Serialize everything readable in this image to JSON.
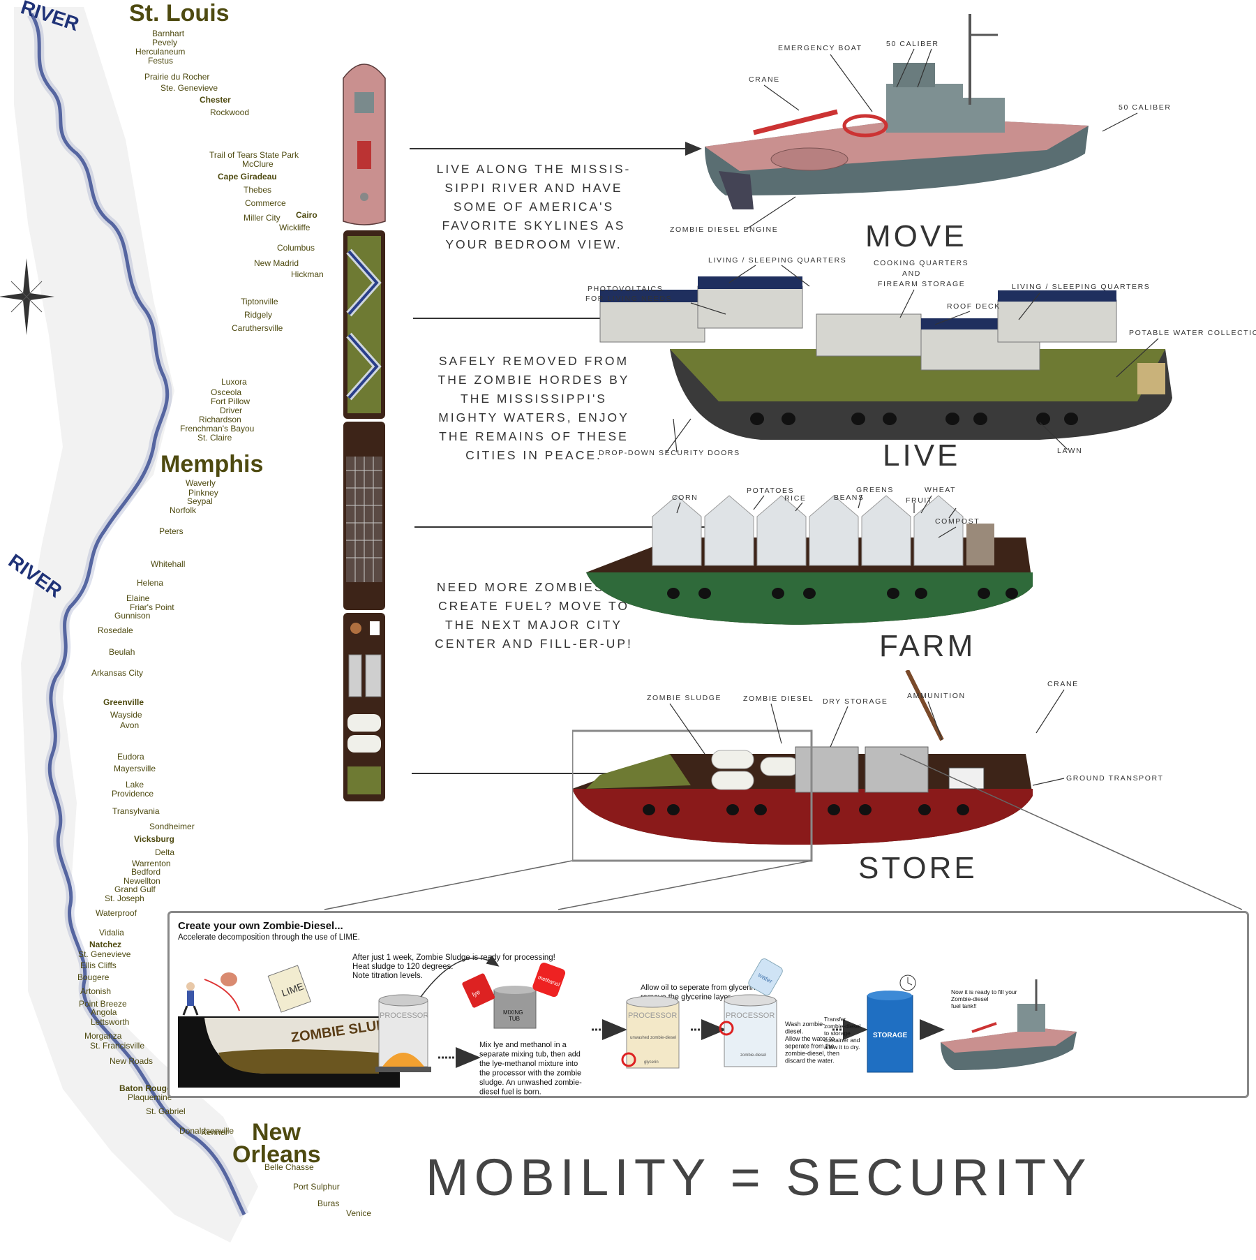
{
  "map": {
    "river_label": "RIVER",
    "cities": [
      {
        "name": "St. Louis",
        "size": "big"
      },
      {
        "name": "Barnhart",
        "size": "s"
      },
      {
        "name": "Pevely",
        "size": "s"
      },
      {
        "name": "Herculaneum",
        "size": "s"
      },
      {
        "name": "Festus",
        "size": "s"
      },
      {
        "name": "Prairie du Rocher",
        "size": "s"
      },
      {
        "name": "Ste. Genevieve",
        "size": "s"
      },
      {
        "name": "Chester",
        "size": "sb"
      },
      {
        "name": "Rockwood",
        "size": "s"
      },
      {
        "name": "Trail of Tears State Park",
        "size": "s"
      },
      {
        "name": "McClure",
        "size": "s"
      },
      {
        "name": "Cape Giradeau",
        "size": "sb"
      },
      {
        "name": "Thebes",
        "size": "s"
      },
      {
        "name": "Commerce",
        "size": "s"
      },
      {
        "name": "Miller City",
        "size": "s"
      },
      {
        "name": "Cairo",
        "size": "sb"
      },
      {
        "name": "Wickliffe",
        "size": "s"
      },
      {
        "name": "Columbus",
        "size": "s"
      },
      {
        "name": "New Madrid",
        "size": "s"
      },
      {
        "name": "Hickman",
        "size": "s"
      },
      {
        "name": "Tiptonville",
        "size": "s"
      },
      {
        "name": "Ridgely",
        "size": "s"
      },
      {
        "name": "Caruthersville",
        "size": "s"
      },
      {
        "name": "Luxora",
        "size": "s"
      },
      {
        "name": "Osceola",
        "size": "s"
      },
      {
        "name": "Fort Pillow",
        "size": "s"
      },
      {
        "name": "Driver",
        "size": "s"
      },
      {
        "name": "Richardson",
        "size": "s"
      },
      {
        "name": "Frenchman's Bayou",
        "size": "s"
      },
      {
        "name": "St. Claire",
        "size": "s"
      },
      {
        "name": "Memphis",
        "size": "big"
      },
      {
        "name": "Waverly",
        "size": "s"
      },
      {
        "name": "Pinkney",
        "size": "s"
      },
      {
        "name": "Seypal",
        "size": "s"
      },
      {
        "name": "Norfolk",
        "size": "s"
      },
      {
        "name": "Peters",
        "size": "s"
      },
      {
        "name": "Whitehall",
        "size": "s"
      },
      {
        "name": "Helena",
        "size": "s"
      },
      {
        "name": "Elaine",
        "size": "s"
      },
      {
        "name": "Friar's Point",
        "size": "s"
      },
      {
        "name": "Gunnison",
        "size": "s"
      },
      {
        "name": "Rosedale",
        "size": "s"
      },
      {
        "name": "Beulah",
        "size": "s"
      },
      {
        "name": "Arkansas City",
        "size": "s"
      },
      {
        "name": "Greenville",
        "size": "sb"
      },
      {
        "name": "Wayside",
        "size": "s"
      },
      {
        "name": "Avon",
        "size": "s"
      },
      {
        "name": "Eudora",
        "size": "s"
      },
      {
        "name": "Mayersville",
        "size": "s"
      },
      {
        "name": "Lake",
        "size": "s"
      },
      {
        "name": "Providence",
        "size": "s"
      },
      {
        "name": "Transylvania",
        "size": "s"
      },
      {
        "name": "Sondheimer",
        "size": "s"
      },
      {
        "name": "Vicksburg",
        "size": "sb"
      },
      {
        "name": "Delta",
        "size": "s"
      },
      {
        "name": "Warrenton",
        "size": "s"
      },
      {
        "name": "Bedford",
        "size": "s"
      },
      {
        "name": "Newellton",
        "size": "s"
      },
      {
        "name": "Grand Gulf",
        "size": "s"
      },
      {
        "name": "St. Joseph",
        "size": "s"
      },
      {
        "name": "Waterproof",
        "size": "s"
      },
      {
        "name": "Vidalia",
        "size": "s"
      },
      {
        "name": "Natchez",
        "size": "sb"
      },
      {
        "name": "St. Genevieve",
        "size": "s"
      },
      {
        "name": "Ellis Cliffs",
        "size": "s"
      },
      {
        "name": "Bougere",
        "size": "s"
      },
      {
        "name": "Artonish",
        "size": "s"
      },
      {
        "name": "Point Breeze",
        "size": "s"
      },
      {
        "name": "Angola",
        "size": "s"
      },
      {
        "name": "Lettsworth",
        "size": "s"
      },
      {
        "name": "Morganza",
        "size": "s"
      },
      {
        "name": "St. Francisville",
        "size": "s"
      },
      {
        "name": "New Roads",
        "size": "s"
      },
      {
        "name": "Baton Rouge",
        "size": "sb"
      },
      {
        "name": "Plaquemine",
        "size": "s"
      },
      {
        "name": "St. Gabriel",
        "size": "s"
      },
      {
        "name": "Donaldsonville",
        "size": "s"
      },
      {
        "name": "Kenner",
        "size": "s"
      },
      {
        "name": "New",
        "size": "big"
      },
      {
        "name": "Orleans",
        "size": "big"
      },
      {
        "name": "Belle Chasse",
        "size": "s"
      },
      {
        "name": "Port Sulphur",
        "size": "s"
      },
      {
        "name": "Buras",
        "size": "s"
      },
      {
        "name": "Venice",
        "size": "s"
      }
    ]
  },
  "paragraphs": [
    [
      "Live along the Missis-",
      "sippi River and have",
      "some of America's",
      "favorite skylines as",
      "your bedroom view."
    ],
    [
      "Safely removed from",
      "the zombie hordes by",
      "the Mississippi's",
      "mighty waters, enjoy",
      "the remains of these",
      "cities in peace."
    ],
    [
      "Need more Zombies to",
      "create fuel? Move to",
      "the next major city",
      "center and fill-er-up!"
    ]
  ],
  "sections": {
    "move": {
      "title": "Move",
      "labels": [
        "Emergency Boat",
        "50 Caliber",
        "Crane",
        "50 Caliber",
        "Zombie Diesel Engine"
      ]
    },
    "live": {
      "title": "Live",
      "labels": [
        "Living / Sleeping Quarters",
        "Cooking Quarters",
        "and",
        "Firearm Storage",
        "Photovoltaics",
        "for Living Needs",
        "Living / Sleeping Quarters",
        "Roof Deck",
        "Potable Water Collection",
        "Drop-Down Security Doors",
        "Lawn"
      ]
    },
    "farm": {
      "title": "Farm",
      "labels": [
        "Potatoes",
        "Greens",
        "Wheat",
        "Corn",
        "Rice",
        "Beans",
        "Fruit",
        "Compost"
      ]
    },
    "store": {
      "title": "Store",
      "labels": [
        "Zombie Sludge",
        "Zombie Diesel",
        "Dry Storage",
        "Ammunition",
        "Crane",
        "Ground Transport"
      ]
    }
  },
  "diesel": {
    "title": "Create your own Zombie-Diesel...",
    "subtitle": "Accelerate decomposition through the use of LIME.",
    "step1": [
      "After just 1 week, Zombie Sludge is ready for processing!",
      "Heat sludge to 120 degrees.",
      "Note titration levels."
    ],
    "lime_label": "LIME",
    "sludge_label": "ZOMBIE SLUDGE",
    "processor_label": "PROCESSOR",
    "mixing_tub_label": [
      "MIXING",
      "TUB"
    ],
    "lye_label": "lye",
    "methanol_label": "methanol",
    "step2": [
      "Mix lye and methanol in a",
      "separate mixing tub, then add",
      "the lye-methanol mixture into",
      "the processor with the zombie",
      "sludge.  An unwashed zombie-",
      "diesel fuel is born."
    ],
    "step3": [
      "Allow oil to seperate from glycerin and",
      "remove the glycerine layer."
    ],
    "unwashed_label": "unwashed zombie-diesel",
    "glycerin_label": "glycerin",
    "water_label": "water",
    "zombie_diesel_label": "zombie-diesel",
    "step4": [
      "Wash zombie-",
      "diesel.",
      "Allow the water to",
      "seperate from the",
      "zombie-diesel, then",
      "discard the water."
    ],
    "step5": [
      "Transfer",
      "zombie-diesel",
      "to storage",
      "container and",
      "allow it to dry."
    ],
    "storage_label": "STORAGE",
    "step6": [
      "Now it is ready to fill your",
      "Zombie-diesel",
      "fuel tank!!"
    ]
  },
  "slogan": "Mobility = Security",
  "colors": {
    "hull_grey": "#5a6e72",
    "deck_pink": "#c9908f",
    "lawn": "#6e7a33",
    "soil": "#3d2418",
    "farm_hull": "#2f6a3a",
    "store_hull": "#8a1a1a",
    "map_text": "#4e4a10",
    "river": "#2a3f8a"
  }
}
